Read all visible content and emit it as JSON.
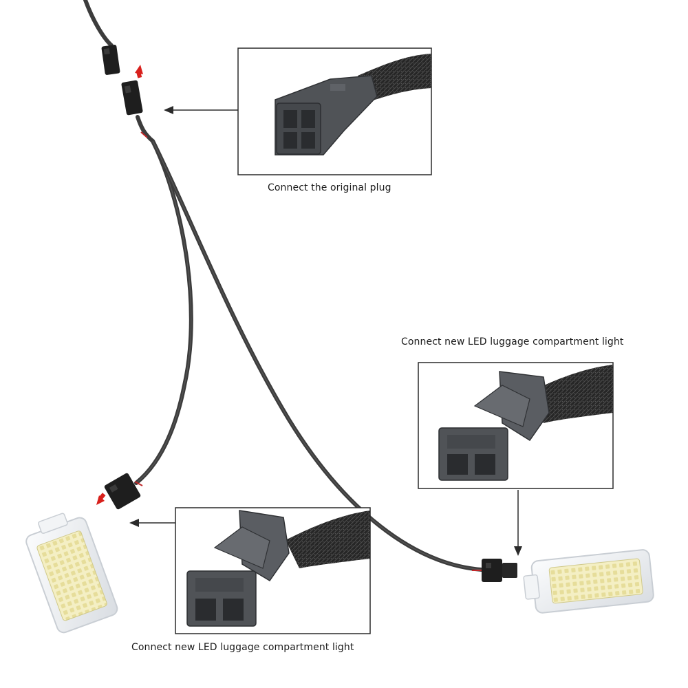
{
  "captions": {
    "original_plug": "Connect the original plug",
    "led_light_right": "Connect new LED luggage compartment light",
    "led_light_bottom": "Connect new LED luggage compartment light"
  },
  "colors": {
    "cable": "#3c3c3c",
    "cable_highlight": "#6a6a6a",
    "connector": "#1e1e1e",
    "inset_connector": "#505357",
    "braided_sleeve": "#2a2a2a",
    "direction_arrow": "#d8201c",
    "callout_arrow": "#2b2b2b",
    "frame": "#2a2a2a",
    "led_housing": "#eef1f4",
    "led_chip": "#f6f1c8"
  },
  "icons": {
    "direction_arrows": "red-arrow-icon",
    "callout_arrows": "black-arrow-icon"
  }
}
